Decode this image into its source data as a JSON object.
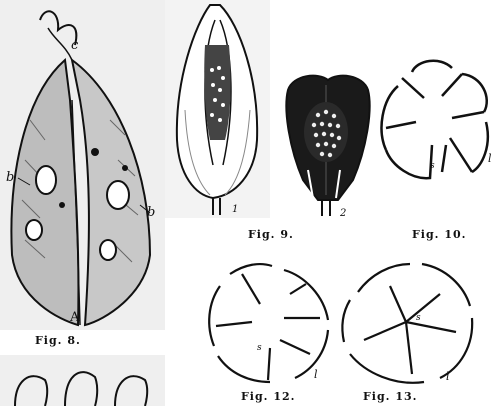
{
  "figures": [
    {
      "id": "fig8",
      "caption": "Fig. 8.",
      "labels": [
        "c",
        "b",
        "b",
        "A"
      ]
    },
    {
      "id": "fig9",
      "caption": "Fig. 9.",
      "labels": [
        "1",
        "2"
      ]
    },
    {
      "id": "fig10",
      "caption": "Fig. 10.",
      "labels": [
        "s",
        "l"
      ]
    },
    {
      "id": "fig12",
      "caption": "Fig. 12.",
      "labels": [
        "s",
        "l"
      ]
    },
    {
      "id": "fig13",
      "caption": "Fig. 13.",
      "labels": [
        "s",
        "l"
      ]
    }
  ],
  "colors": {
    "ink": "#111111",
    "paper": "#ffffff",
    "fill_light": "#d9d9d9",
    "fill_dark": "#1a1a1a"
  }
}
